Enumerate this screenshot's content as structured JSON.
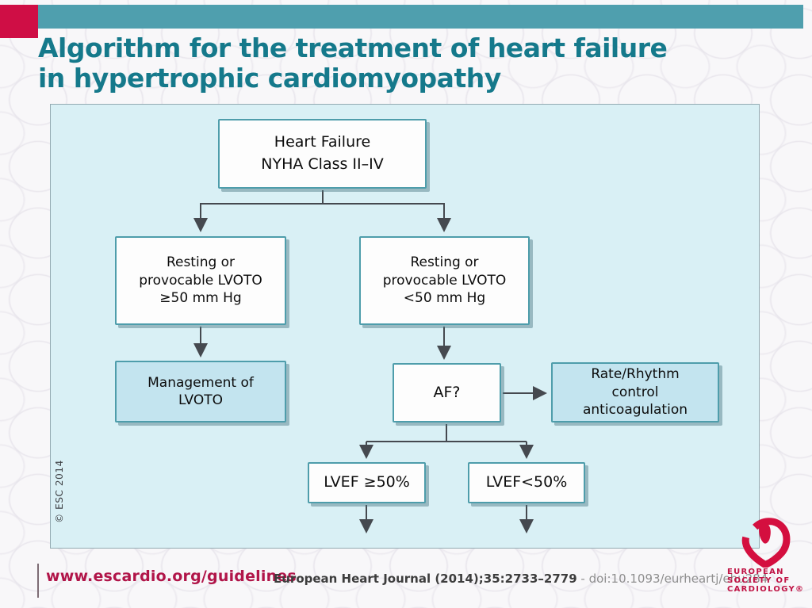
{
  "header": {
    "title_line1": "Algorithm for the treatment of heart failure",
    "title_line2": "in hypertrophic cardiomyopathy"
  },
  "colors": {
    "accent_red": "#cf0e45",
    "teal_bar": "#4f9fae",
    "title_teal": "#15798b",
    "panel_bg": "#d9f0f5",
    "node_border": "#4e9dab",
    "node_fill_highlight": "#c3e4ef",
    "arrow": "#45494f",
    "footer_red": "#b11549"
  },
  "flowchart": {
    "copyright": "© ESC 2014",
    "nodes": [
      {
        "id": "heart-failure",
        "variant": "plain",
        "lines": [
          "Heart Failure",
          "NYHA Class II–IV"
        ]
      },
      {
        "id": "lvoto-severe",
        "variant": "plain",
        "lines": [
          "Resting or",
          "provocable LVOTO",
          "≥50 mm Hg"
        ]
      },
      {
        "id": "lvoto-mild",
        "variant": "plain",
        "lines": [
          "Resting or",
          "provocable LVOTO",
          "<50 mm Hg"
        ]
      },
      {
        "id": "management-lvoto",
        "variant": "filled",
        "lines": [
          "Management of",
          "LVOTO"
        ]
      },
      {
        "id": "af-question",
        "variant": "plain",
        "lines": [
          "AF?"
        ]
      },
      {
        "id": "rate-rhythm",
        "variant": "filled",
        "lines": [
          "Rate/Rhythm",
          "control",
          "anticoagulation"
        ]
      },
      {
        "id": "lvef-preserved",
        "variant": "plain",
        "lines": [
          "LVEF ≥50%"
        ]
      },
      {
        "id": "lvef-reduced",
        "variant": "plain",
        "lines": [
          "LVEF<50%"
        ]
      }
    ]
  },
  "footer": {
    "url": "www.escardio.org/guidelines",
    "citation": "European Heart Journal (2014);35:2733–2779",
    "separator": " - ",
    "doi": "doi:10.1093/eurheartj/ehu284"
  },
  "logo": {
    "icon": "esc-heart-icon",
    "line1": "EUROPEAN",
    "line2": "SOCIETY OF",
    "line3": "CARDIOLOGY®"
  }
}
